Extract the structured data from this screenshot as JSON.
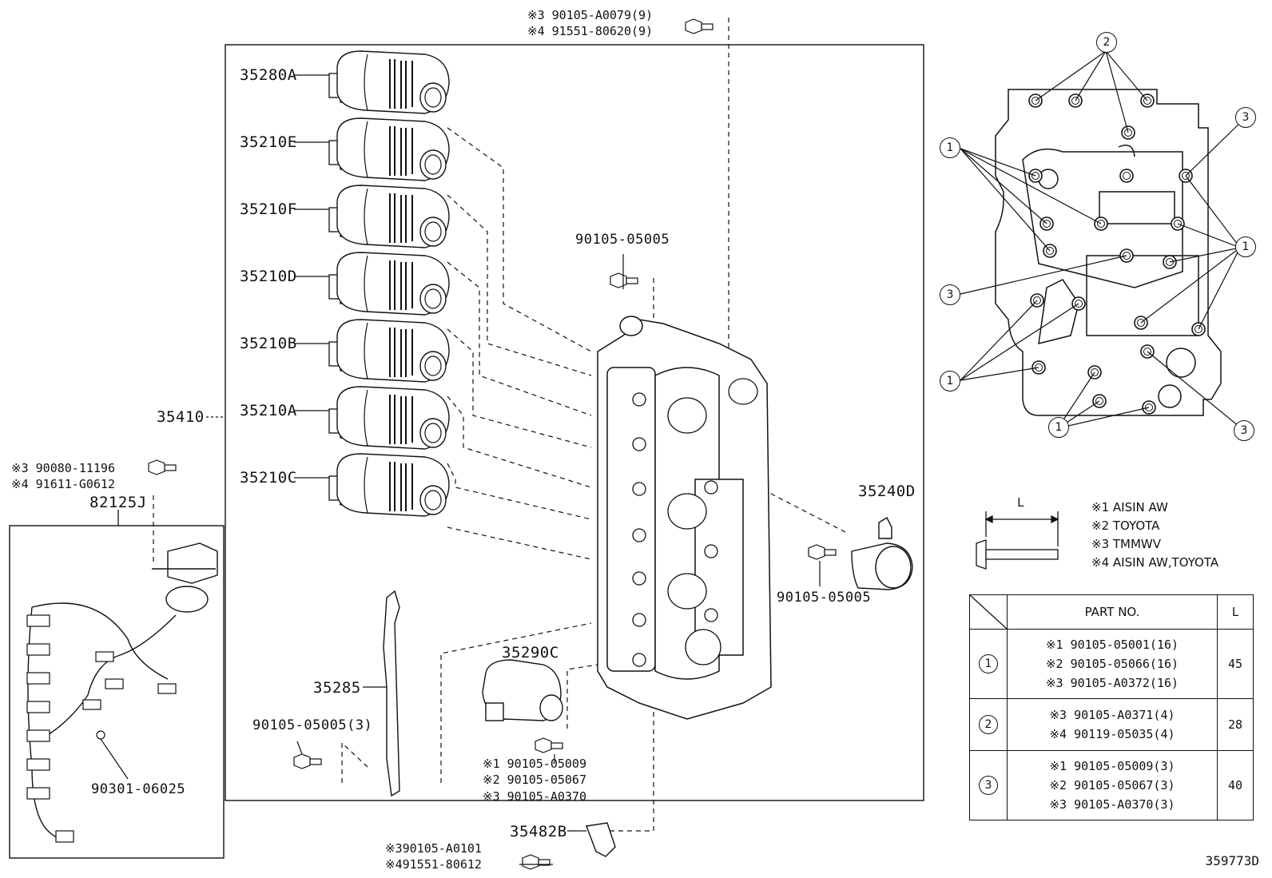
{
  "diagram_id": "359773D",
  "parts": {
    "p35280A": "35280A",
    "p35210E": "35210E",
    "p35210F": "35210F",
    "p35210D": "35210D",
    "p35210B": "35210B",
    "p35210A": "35210A",
    "p35210C": "35210C",
    "p35410": "35410",
    "p82125J": "82125J",
    "p35240D": "35240D",
    "p35290C": "35290C",
    "p35285": "35285",
    "p35482B": "35482B",
    "p90301": "90301-06025",
    "bolt_mid": "90105-05005",
    "bolt_right": "90105-05005",
    "bolt_left3": "90105-05005(3)"
  },
  "notes": {
    "top_1": "※3 90105-A0079(9)",
    "top_2": "※4 91551-80620(9)",
    "left_1": "※3 90080-11196",
    "left_2": "※4 91611-G0612",
    "bot_bolt_1": "※1 90105-05009",
    "bot_bolt_2": "※2 90105-05067",
    "bot_bolt_3": "※3 90105-A0370",
    "bottom_1": "※390105-A0101",
    "bottom_2": "※491551-80612"
  },
  "legend": [
    "※1 AISIN AW",
    "※2 TOYOTA",
    "※3 TMMWV",
    "※4 AISIN AW,TOYOTA"
  ],
  "bolt_dim_label": "L",
  "table": {
    "col_part": "PART NO.",
    "col_l": "L",
    "rows": [
      {
        "key": "1",
        "parts": [
          "※1 90105-05001(16)",
          "※2 90105-05066(16)",
          "※3 90105-A0372(16)"
        ],
        "l": "45"
      },
      {
        "key": "2",
        "parts": [
          "※3 90105-A0371(4)",
          "※4 90119-05035(4)"
        ],
        "l": "28"
      },
      {
        "key": "3",
        "parts": [
          "※1 90105-05009(3)",
          "※2 90105-05067(3)",
          "※3 90105-A0370(3)"
        ],
        "l": "40"
      }
    ]
  },
  "callouts": [
    "1",
    "2",
    "3"
  ]
}
